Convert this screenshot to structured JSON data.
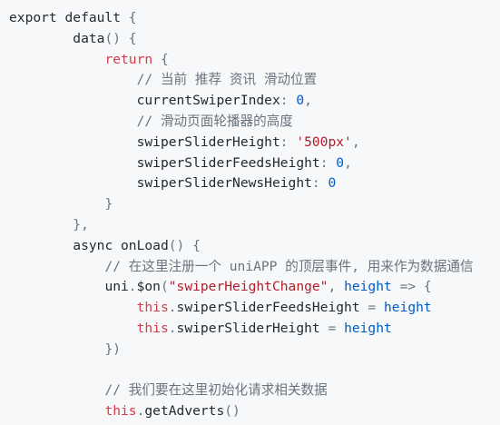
{
  "code": {
    "indent_unit": "    ",
    "lines": [
      {
        "indent": 0,
        "tokens": [
          [
            "kw",
            "export default "
          ],
          [
            "punc",
            "{"
          ]
        ]
      },
      {
        "indent": 2,
        "tokens": [
          [
            "plain",
            "data"
          ],
          [
            "punc",
            "() {"
          ]
        ]
      },
      {
        "indent": 3,
        "tokens": [
          [
            "ret",
            "return "
          ],
          [
            "punc",
            "{"
          ]
        ]
      },
      {
        "indent": 4,
        "tokens": [
          [
            "comment",
            "// 当前 推荐 资讯 滑动位置"
          ]
        ]
      },
      {
        "indent": 4,
        "tokens": [
          [
            "plain",
            "currentSwiperIndex"
          ],
          [
            "punc",
            ": "
          ],
          [
            "num",
            "0"
          ],
          [
            "punc",
            ","
          ]
        ]
      },
      {
        "indent": 4,
        "tokens": [
          [
            "comment",
            "// 滑动页面轮播器的高度"
          ]
        ]
      },
      {
        "indent": 4,
        "tokens": [
          [
            "plain",
            "swiperSliderHeight"
          ],
          [
            "punc",
            ": "
          ],
          [
            "str",
            "'500px'"
          ],
          [
            "punc",
            ","
          ]
        ]
      },
      {
        "indent": 4,
        "tokens": [
          [
            "plain",
            "swiperSliderFeedsHeight"
          ],
          [
            "punc",
            ": "
          ],
          [
            "num",
            "0"
          ],
          [
            "punc",
            ","
          ]
        ]
      },
      {
        "indent": 4,
        "tokens": [
          [
            "plain",
            "swiperSliderNewsHeight"
          ],
          [
            "punc",
            ": "
          ],
          [
            "num",
            "0"
          ]
        ]
      },
      {
        "indent": 3,
        "tokens": [
          [
            "punc",
            "}"
          ]
        ]
      },
      {
        "indent": 2,
        "tokens": [
          [
            "punc",
            "},"
          ]
        ]
      },
      {
        "indent": 2,
        "tokens": [
          [
            "plain",
            "async onLoad"
          ],
          [
            "punc",
            "() {"
          ]
        ]
      },
      {
        "indent": 3,
        "tokens": [
          [
            "comment",
            "// 在这里注册一个 uniAPP 的顶层事件, 用来作为数据通信"
          ]
        ]
      },
      {
        "indent": 3,
        "tokens": [
          [
            "plain",
            "uni"
          ],
          [
            "punc",
            "."
          ],
          [
            "plain",
            "$on"
          ],
          [
            "punc",
            "("
          ],
          [
            "str",
            "\"swiperHeightChange\""
          ],
          [
            "punc",
            ", "
          ],
          [
            "kw-blue",
            "height"
          ],
          [
            "punc",
            " => {"
          ]
        ]
      },
      {
        "indent": 4,
        "tokens": [
          [
            "this",
            "this"
          ],
          [
            "punc",
            "."
          ],
          [
            "plain",
            "swiperSliderFeedsHeight "
          ],
          [
            "punc",
            "= "
          ],
          [
            "kw-blue",
            "height"
          ]
        ]
      },
      {
        "indent": 4,
        "tokens": [
          [
            "this",
            "this"
          ],
          [
            "punc",
            "."
          ],
          [
            "plain",
            "swiperSliderHeight "
          ],
          [
            "punc",
            "= "
          ],
          [
            "kw-blue",
            "height"
          ]
        ]
      },
      {
        "indent": 3,
        "tokens": [
          [
            "punc",
            "})"
          ]
        ]
      },
      {
        "indent": 0,
        "tokens": []
      },
      {
        "indent": 3,
        "tokens": [
          [
            "comment",
            "// 我们要在这里初始化请求相关数据"
          ]
        ]
      },
      {
        "indent": 3,
        "tokens": [
          [
            "this",
            "this"
          ],
          [
            "punc",
            "."
          ],
          [
            "plain",
            "getAdverts"
          ],
          [
            "punc",
            "()"
          ]
        ]
      }
    ]
  },
  "colors": {
    "background": "#f6f8fa",
    "text": "#24292e",
    "keyword_red": "#d73a49",
    "number_blue": "#005cc5",
    "string_red": "#b31d28",
    "comment_gray": "#6a737d"
  }
}
